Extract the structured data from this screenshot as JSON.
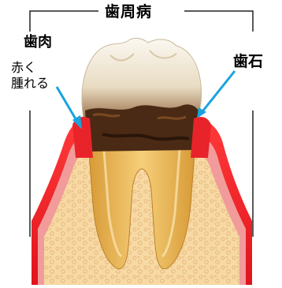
{
  "title": "歯周病",
  "gum_label": {
    "name": "歯肉",
    "line1": "赤く",
    "line2": "腫れる"
  },
  "calculus_label": "歯石",
  "colors": {
    "gum": "#e8232a",
    "gum_light": "#f5a3a3",
    "bone": "#f7d9a4",
    "bone_cells": "#e8b97a",
    "tooth_crown": "#f4efe4",
    "tooth_root": "#e7b54f",
    "calculus": "#4a2a14",
    "arrow": "#1aa3de",
    "frame": "#222222"
  }
}
